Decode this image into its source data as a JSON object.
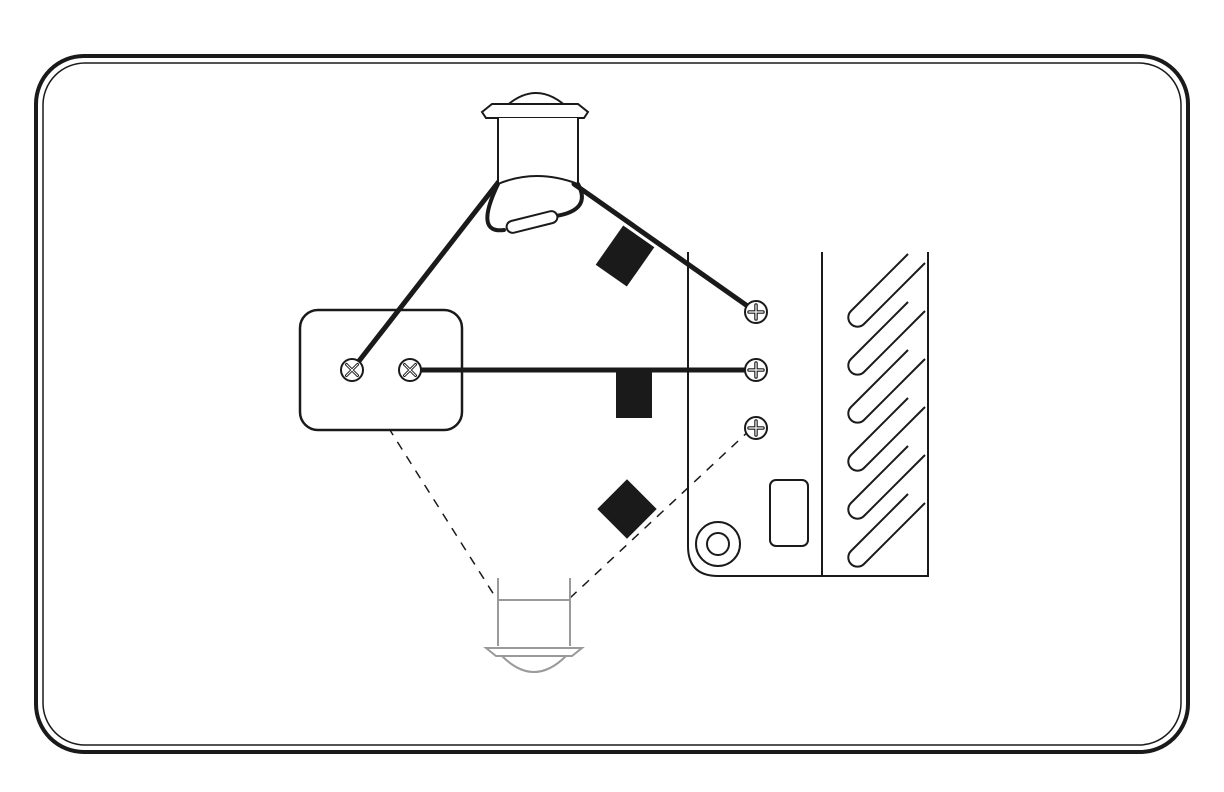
{
  "diagram": {
    "kind": "wiring-illustration",
    "labels": [],
    "colors": {
      "ink": "#1a1a1a",
      "ghost": "#9a9a9a",
      "background": "#ffffff"
    },
    "components": [
      "panel-frame",
      "sensor-top",
      "sensor-bottom-ghost",
      "resistor",
      "junction-box",
      "screw-left",
      "screw-right",
      "terminal-top",
      "terminal-middle",
      "terminal-bottom",
      "tape-upper",
      "tape-middle",
      "tape-lower",
      "control-unit",
      "heatsink"
    ]
  }
}
